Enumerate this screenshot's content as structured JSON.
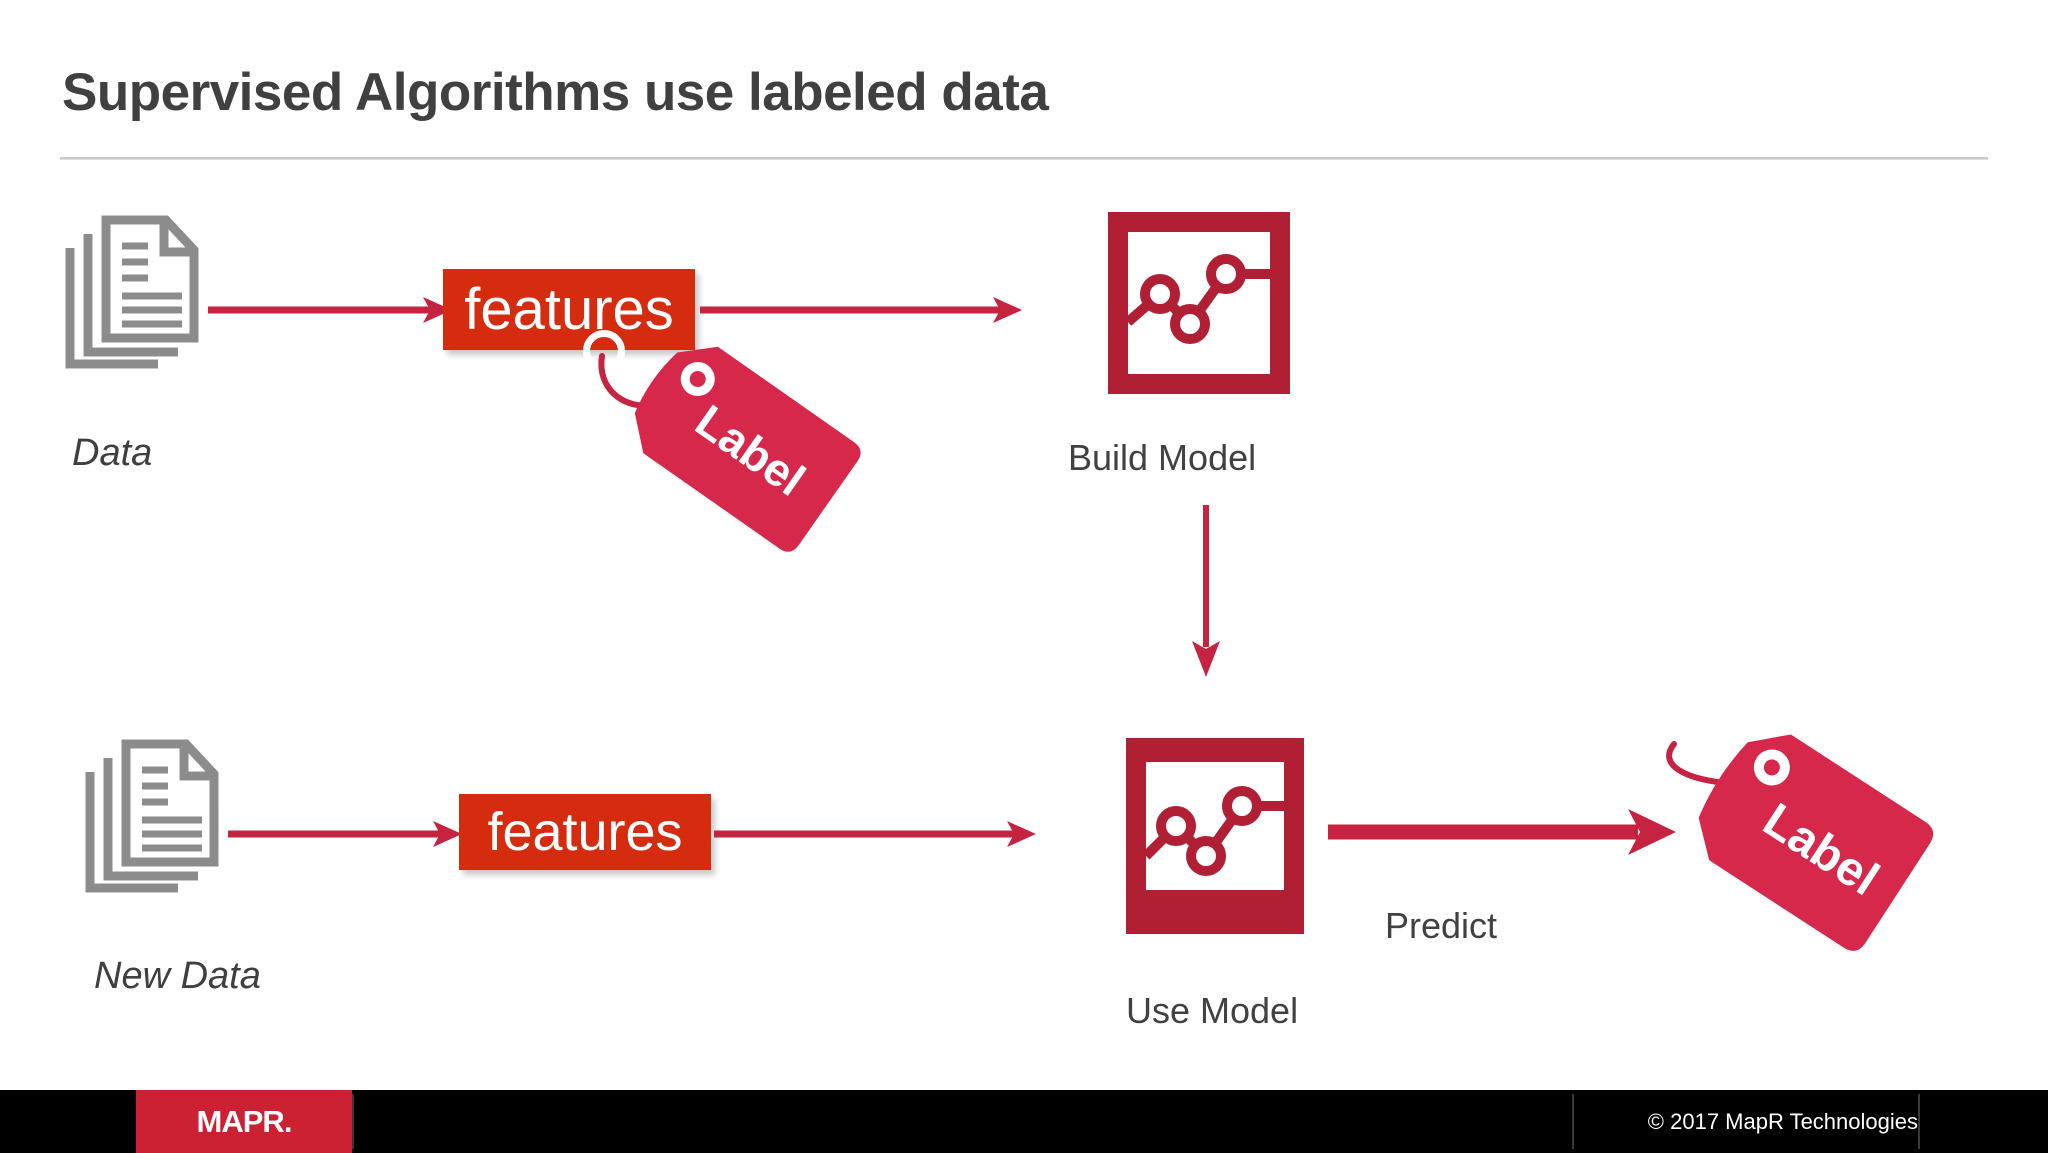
{
  "slide": {
    "title": "Supervised Algorithms use labeled data",
    "background_color": "#ffffff"
  },
  "colors": {
    "title_text": "#404040",
    "caption_text": "#414141",
    "features_box": "#d52b0e",
    "tag_red": "#d6284a",
    "model_icon_red": "#b01f33",
    "arrow_red": "#c62340",
    "doc_gray": "#8c8c8c",
    "footer_background": "#000000",
    "footer_logo_red": "#cc2033"
  },
  "flow": {
    "top_row": {
      "data_icon": {
        "name": "document-stack-icon",
        "pages": 3,
        "text_lines": 7
      },
      "data_label": "Data",
      "features_label": "features",
      "tag_label": "Label",
      "model_label": "Build Model"
    },
    "bottom_row": {
      "data_icon": {
        "name": "document-stack-icon",
        "pages": 3,
        "text_lines": 7
      },
      "data_label": "New Data",
      "features_label": "features",
      "model_label": "Use Model",
      "predict_label": "Predict",
      "tag_label": "Label"
    },
    "arrows": {
      "data_to_features_top": "right",
      "features_to_model_top": "right",
      "build_to_use_model": "down",
      "data_to_features_bottom": "right",
      "features_to_model_bottom": "right",
      "model_to_label_bottom": "right"
    }
  },
  "footer": {
    "logo_text": "MAPR.",
    "copyright": "© 2017 MapR Technologies"
  }
}
